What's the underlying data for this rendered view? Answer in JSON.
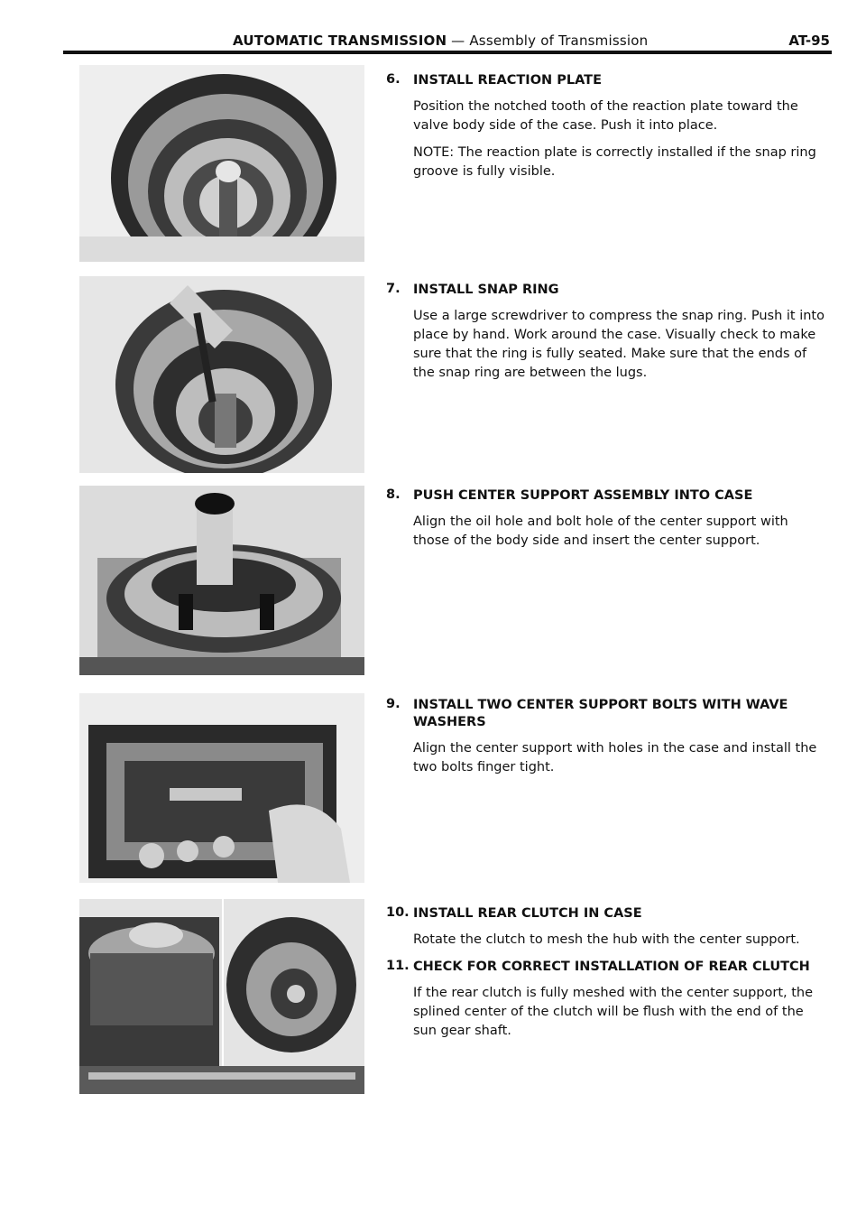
{
  "header": {
    "title_bold": "AUTOMATIC TRANSMISSION",
    "title_rest": " — Assembly of Transmission",
    "page": "AT-95"
  },
  "steps": [
    {
      "number": "6.",
      "title": "INSTALL REACTION PLATE",
      "text": "Position the notched tooth of the reaction plate toward the valve body side of the case. Push it into place.",
      "note": "NOTE:   The reaction plate is correctly installed if the snap ring groove is fully visible."
    },
    {
      "number": "7.",
      "title": "INSTALL SNAP RING",
      "text": "Use a large screwdriver to compress the snap ring. Push it into place by hand. Work around the case. Visually check to make sure that the ring is fully seated. Make sure that the ends of the snap ring are between the lugs."
    },
    {
      "number": "8.",
      "title": "PUSH CENTER SUPPORT ASSEMBLY INTO CASE",
      "text": "Align the oil hole and bolt hole of the center support with those of the body side and insert the center support."
    },
    {
      "number": "9.",
      "title": "INSTALL TWO CENTER SUPPORT BOLTS WITH WAVE WASHERS",
      "text": "Align the center support with holes in the case and install the two bolts finger tight."
    },
    {
      "number": "10.",
      "title": "INSTALL REAR CLUTCH IN CASE",
      "text": "Rotate the clutch to mesh the hub with the center support."
    },
    {
      "number": "11.",
      "title": "CHECK FOR CORRECT INSTALLATION OF REAR CLUTCH",
      "text": "If the rear clutch is fully meshed with the center support, the splined center of the clutch will be flush with the end of the sun gear shaft."
    }
  ]
}
